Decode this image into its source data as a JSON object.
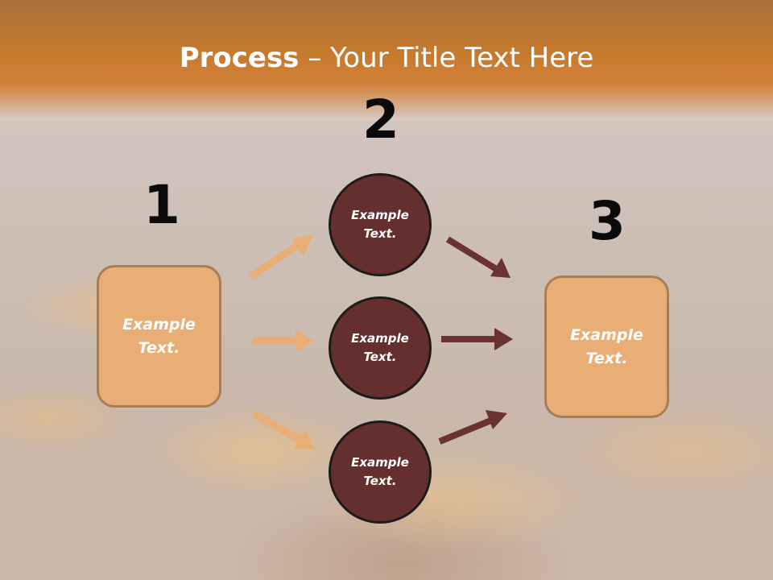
{
  "title": {
    "bold": "Process",
    "rest": " – Your Title Text Here"
  },
  "steps": [
    {
      "number": "1",
      "text": [
        "Example",
        "Text."
      ]
    },
    {
      "number": "2",
      "text": [
        "Example",
        "Text."
      ]
    },
    {
      "number": "3",
      "text": [
        "Example",
        "Text."
      ]
    }
  ],
  "middle_circles": [
    {
      "text": [
        "Example",
        "Text."
      ]
    },
    {
      "text": [
        "Example",
        "Text."
      ]
    },
    {
      "text": [
        "Example",
        "Text."
      ]
    }
  ],
  "colors": {
    "header": "#c67a2c",
    "box_fill": "#e8ae75",
    "box_border": "#a97e57",
    "circle_fill": "#662f2f",
    "arrow_light": "#e8ae75",
    "arrow_dark": "#6b3232"
  }
}
